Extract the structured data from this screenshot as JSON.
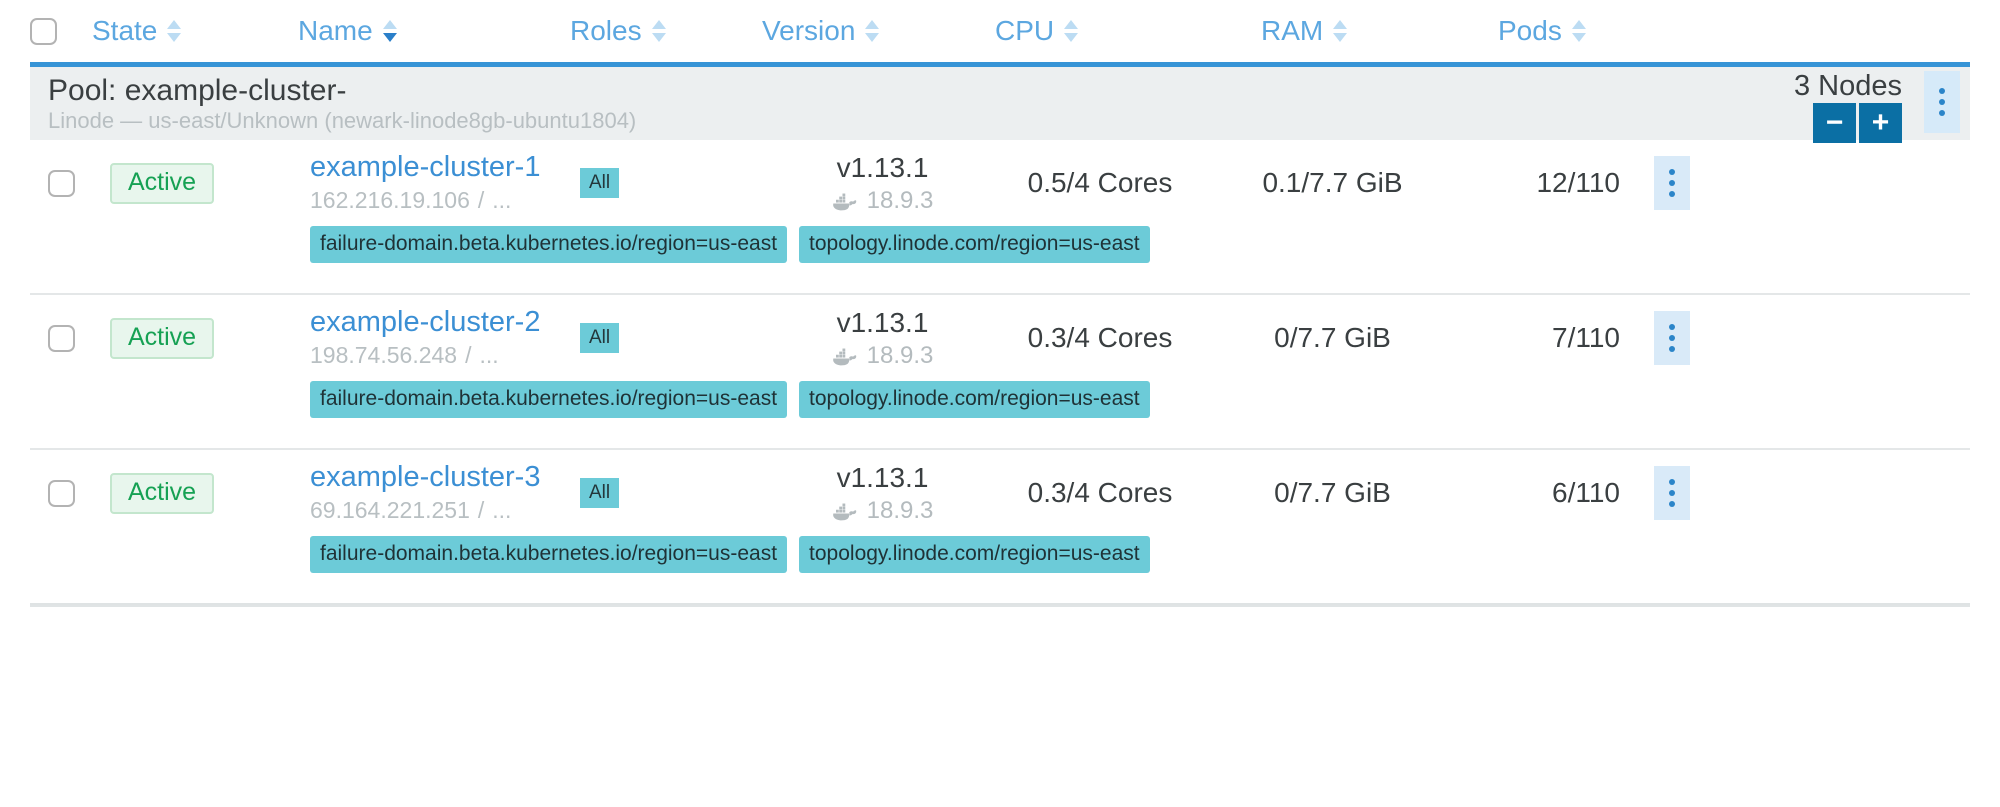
{
  "colors": {
    "header_link": "#5ca7e0",
    "accent_blue": "#3694d6",
    "button_blue": "#0b6fa4",
    "chip_teal": "#6ccbd8",
    "active_green": "#16a154",
    "muted": "#b8bfc2"
  },
  "table": {
    "columns": [
      {
        "label": "State",
        "sort": "none"
      },
      {
        "label": "Name",
        "sort": "desc"
      },
      {
        "label": "Roles",
        "sort": "none"
      },
      {
        "label": "Version",
        "sort": "none"
      },
      {
        "label": "CPU",
        "sort": "none"
      },
      {
        "label": "RAM",
        "sort": "none"
      },
      {
        "label": "Pods",
        "sort": "none"
      }
    ],
    "select_all_checkbox": "unchecked"
  },
  "pool": {
    "title": "Pool: example-cluster-",
    "subtitle": "Linode — us-east/Unknown (newark-linode8gb-ubuntu1804)",
    "node_count_label": "3 Nodes",
    "decrement_label": "−",
    "increment_label": "+",
    "menu_icon": "kebab-menu-icon"
  },
  "nodes": [
    {
      "state": "Active",
      "name": "example-cluster-1",
      "ip": "162.216.19.106",
      "ip_separator": "/",
      "ip_more": "...",
      "role": "All",
      "version": "v1.13.1",
      "docker_version": "18.9.3",
      "cpu": "0.5/4 Cores",
      "ram": "0.1/7.7 GiB",
      "pods": "12/110",
      "labels": [
        "failure-domain.beta.kubernetes.io/region=us-east",
        "topology.linode.com/region=us-east"
      ]
    },
    {
      "state": "Active",
      "name": "example-cluster-2",
      "ip": "198.74.56.248",
      "ip_separator": "/",
      "ip_more": "...",
      "role": "All",
      "version": "v1.13.1",
      "docker_version": "18.9.3",
      "cpu": "0.3/4 Cores",
      "ram": "0/7.7 GiB",
      "pods": "7/110",
      "labels": [
        "failure-domain.beta.kubernetes.io/region=us-east",
        "topology.linode.com/region=us-east"
      ]
    },
    {
      "state": "Active",
      "name": "example-cluster-3",
      "ip": "69.164.221.251",
      "ip_separator": "/",
      "ip_more": "...",
      "role": "All",
      "version": "v1.13.1",
      "docker_version": "18.9.3",
      "cpu": "0.3/4 Cores",
      "ram": "0/7.7 GiB",
      "pods": "6/110",
      "labels": [
        "failure-domain.beta.kubernetes.io/region=us-east",
        "topology.linode.com/region=us-east"
      ]
    }
  ]
}
